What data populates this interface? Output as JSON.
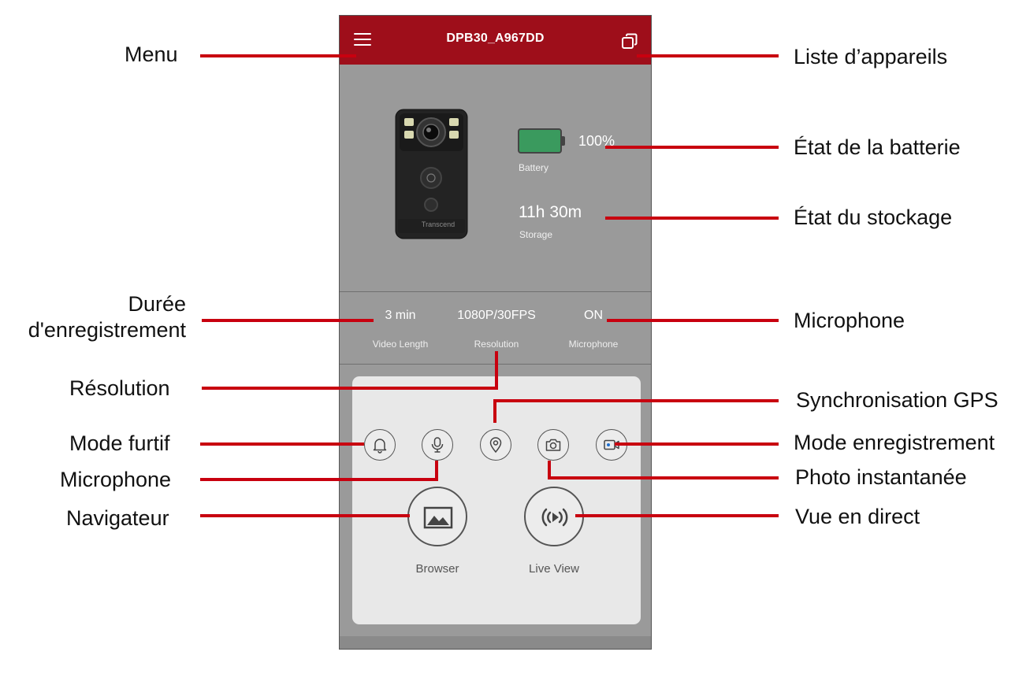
{
  "app": {
    "title": "DPB30_A967DD",
    "battery_percent": "100%",
    "battery_level": 1.0,
    "battery_label": "Battery",
    "storage_value": "11h 30m",
    "storage_label": "Storage",
    "camera_brand": "Transcend"
  },
  "info": [
    {
      "value": "3 min",
      "label": "Video Length"
    },
    {
      "value": "1080P/30FPS",
      "label": "Resolution"
    },
    {
      "value": "ON",
      "label": "Microphone"
    }
  ],
  "actions": [
    {
      "label": "Browser",
      "icon": "image-icon"
    },
    {
      "label": "Live View",
      "icon": "live-view-icon"
    }
  ],
  "callouts": {
    "menu": "Menu",
    "device_list": "Liste d’appareils",
    "battery": "État de la batterie",
    "storage": "État du stockage",
    "video_length": "Durée d'enregistrement",
    "microphone_status": "Microphone",
    "resolution": "Résolution",
    "gps_sync": "Synchronisation GPS",
    "stealth_mode": "Mode furtif",
    "recording_mode": "Mode enregistrement",
    "microphone_toggle": "Microphone",
    "snapshot": "Photo instantanée",
    "browser": "Navigateur",
    "live_view": "Vue en direct"
  },
  "colors": {
    "accent": "#c8000f",
    "header": "#9e0e1a",
    "battery_fill": "#3a9a5e",
    "screen_bg": "#9a9a9a",
    "panel_bg": "#e8e8e8"
  }
}
